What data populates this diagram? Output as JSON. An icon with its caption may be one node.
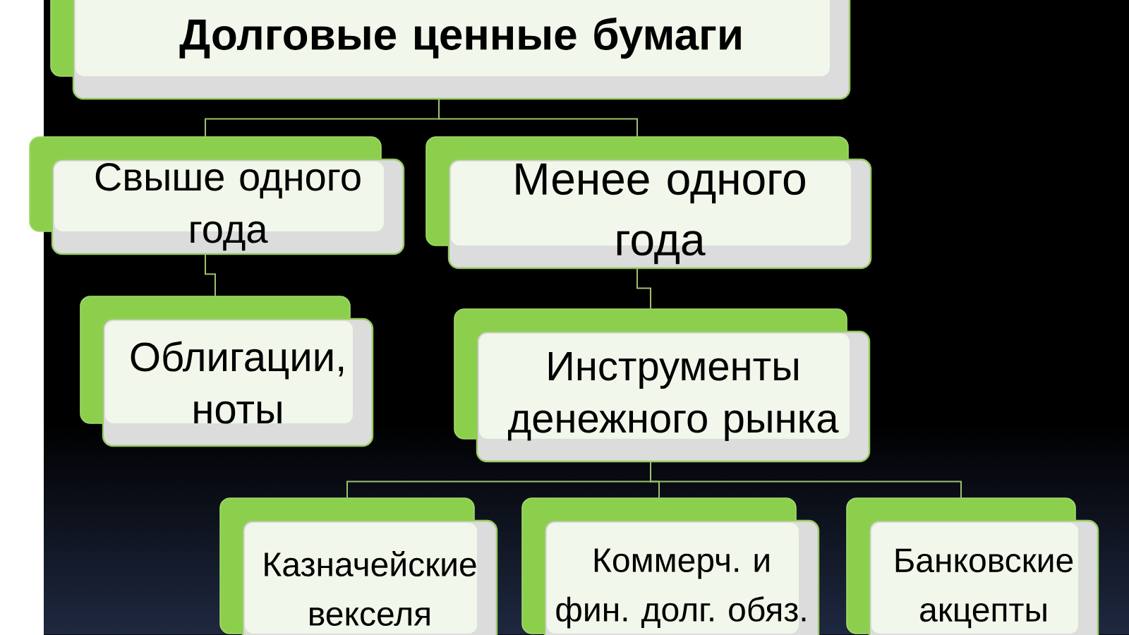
{
  "diagram": {
    "nodes": [
      {
        "text": [
          "Долговые ценные бумаги"
        ]
      },
      {
        "text": [
          "Свыше одного года"
        ]
      },
      {
        "text": [
          "Менее одного года"
        ]
      },
      {
        "text": [
          "Облигации, ноты"
        ]
      },
      {
        "text": [
          "Инструменты денежного рынка"
        ]
      },
      {
        "text": [
          "Казначейские векселя"
        ]
      },
      {
        "text": [
          "Коммерч. и фин. долг. обяз."
        ]
      },
      {
        "text": [
          "Банковские акцепты"
        ]
      }
    ],
    "edges": [
      {
        "from": 0,
        "to": 1,
        "arrow": "none"
      },
      {
        "from": 0,
        "to": 2,
        "arrow": "none"
      },
      {
        "from": 1,
        "to": 3,
        "arrow": "none"
      },
      {
        "from": 2,
        "to": 4,
        "arrow": "none"
      },
      {
        "from": 4,
        "to": 5,
        "arrow": "none"
      },
      {
        "from": 4,
        "to": 6,
        "arrow": "none"
      },
      {
        "from": 4,
        "to": 7,
        "arrow": "none"
      }
    ]
  }
}
